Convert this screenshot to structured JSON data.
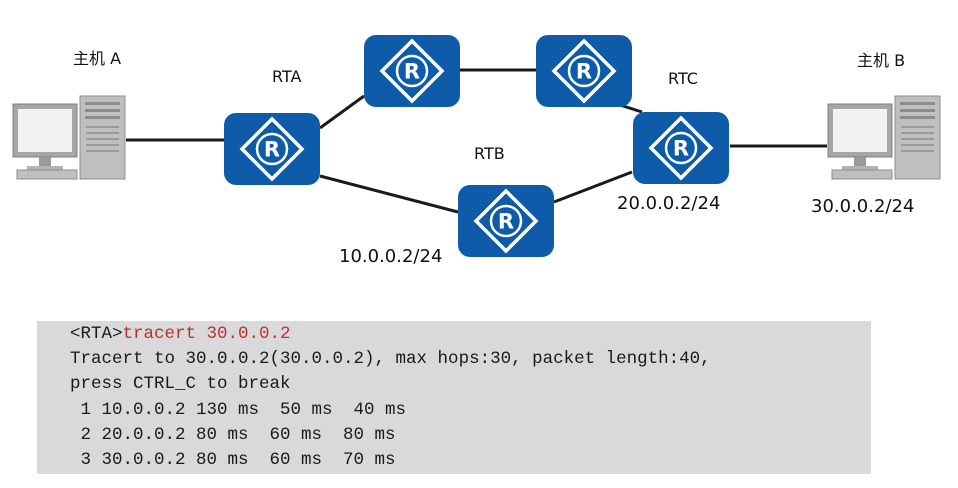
{
  "hosts": {
    "a": {
      "label": "主机 A"
    },
    "b": {
      "label": "主机 B",
      "ip": "30.0.0.2/24"
    }
  },
  "routers": {
    "rta": {
      "label": "RTA",
      "glyph": "R"
    },
    "rtb": {
      "label": "RTB",
      "glyph": "R"
    },
    "rtc": {
      "label": "RTC",
      "glyph": "R"
    },
    "top_left": {
      "glyph": "R"
    },
    "top_right": {
      "glyph": "R"
    }
  },
  "interfaces": {
    "rtb_ip": "10.0.0.2/24",
    "rtc_ip": "20.0.0.2/24"
  },
  "colors": {
    "router_fill": "#0e5ba9",
    "link": "#1a1a1a",
    "terminal_bg": "#d9d9d9",
    "command": "#c0302b"
  },
  "terminal": {
    "prompt": "<RTA>",
    "command": "tracert 30.0.0.2",
    "lines": [
      "Tracert to 30.0.0.2(30.0.0.2), max hops:30, packet length:40,",
      "press CTRL_C to break",
      " 1 10.0.0.2 130 ms  50 ms  40 ms",
      " 2 20.0.0.2 80 ms  60 ms  80 ms",
      " 3 30.0.0.2 80 ms  60 ms  70 ms"
    ]
  }
}
